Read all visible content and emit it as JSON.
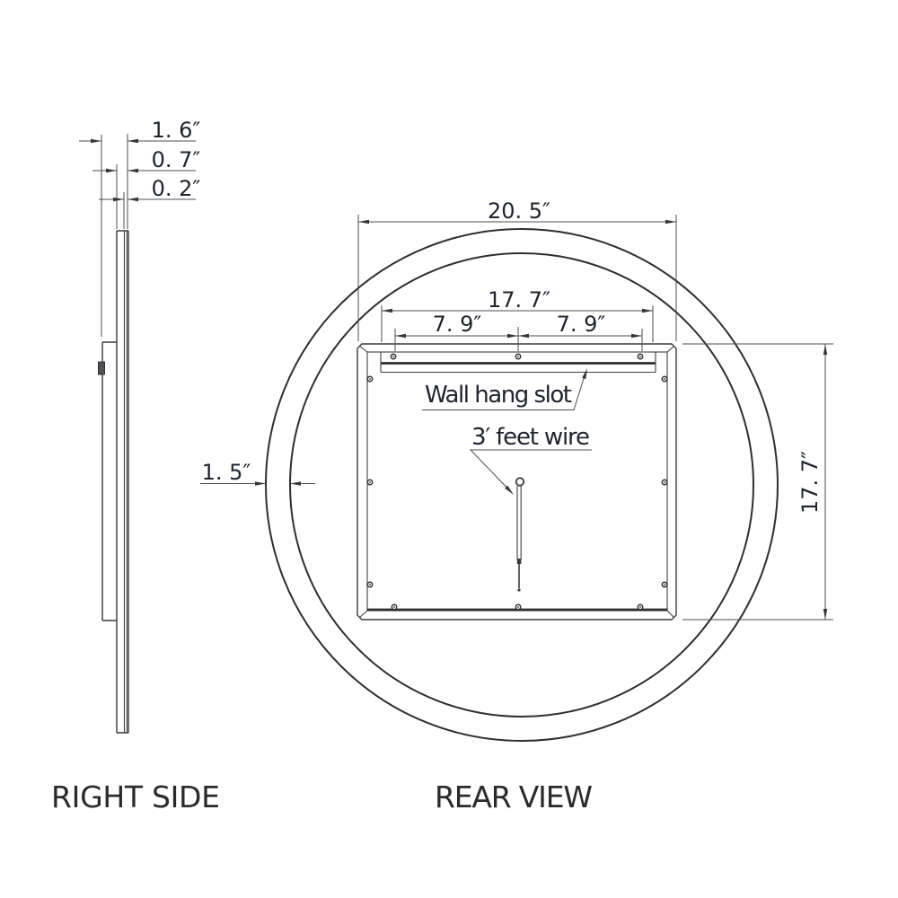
{
  "page": {
    "background": "#ffffff",
    "line_color": "#3a3a3a",
    "dim_color": "#34363b",
    "text_color": "#20242e"
  },
  "views": {
    "right_side": {
      "title": "RIGHT SIDE",
      "dims": {
        "total_depth": "1. 6″",
        "panel_depth": "0. 7″",
        "glass_depth": "0. 2″"
      }
    },
    "rear": {
      "title": "REAR VIEW",
      "dims": {
        "panel_width": "20. 5″",
        "slot_length": "17. 7″",
        "slot_pitch_left": "7. 9″",
        "slot_pitch_right": "7. 9″",
        "frame_ring": "1. 5″",
        "panel_height": "17. 7″"
      },
      "annotations": {
        "hang_slot": "Wall hang slot",
        "wire": "3′ feet wire"
      }
    }
  }
}
